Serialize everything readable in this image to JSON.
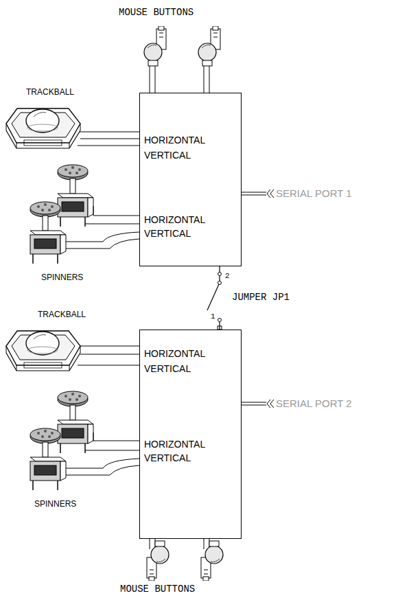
{
  "diagram": {
    "nodes": [
      {
        "text": [
          "HORIZONTAL",
          "VERTICAL",
          "HORIZONTAL",
          "VERTICAL"
        ]
      },
      {
        "text": [
          "HORIZONTAL",
          "VERTICAL",
          "HORIZONTAL",
          "VERTICAL"
        ]
      }
    ],
    "edges": [
      {
        "from": 0,
        "to": 1,
        "arrow": "none"
      }
    ],
    "labels": [
      "MOUSE BUTTONS",
      "TRACKBALL",
      "SERIAL PORT 1",
      "SPINNERS",
      "2",
      "JUMPER JP1",
      "1",
      "TRACKBALL",
      "SERIAL PORT 2",
      "SPINNERS",
      "MOUSE BUTTONS"
    ]
  }
}
